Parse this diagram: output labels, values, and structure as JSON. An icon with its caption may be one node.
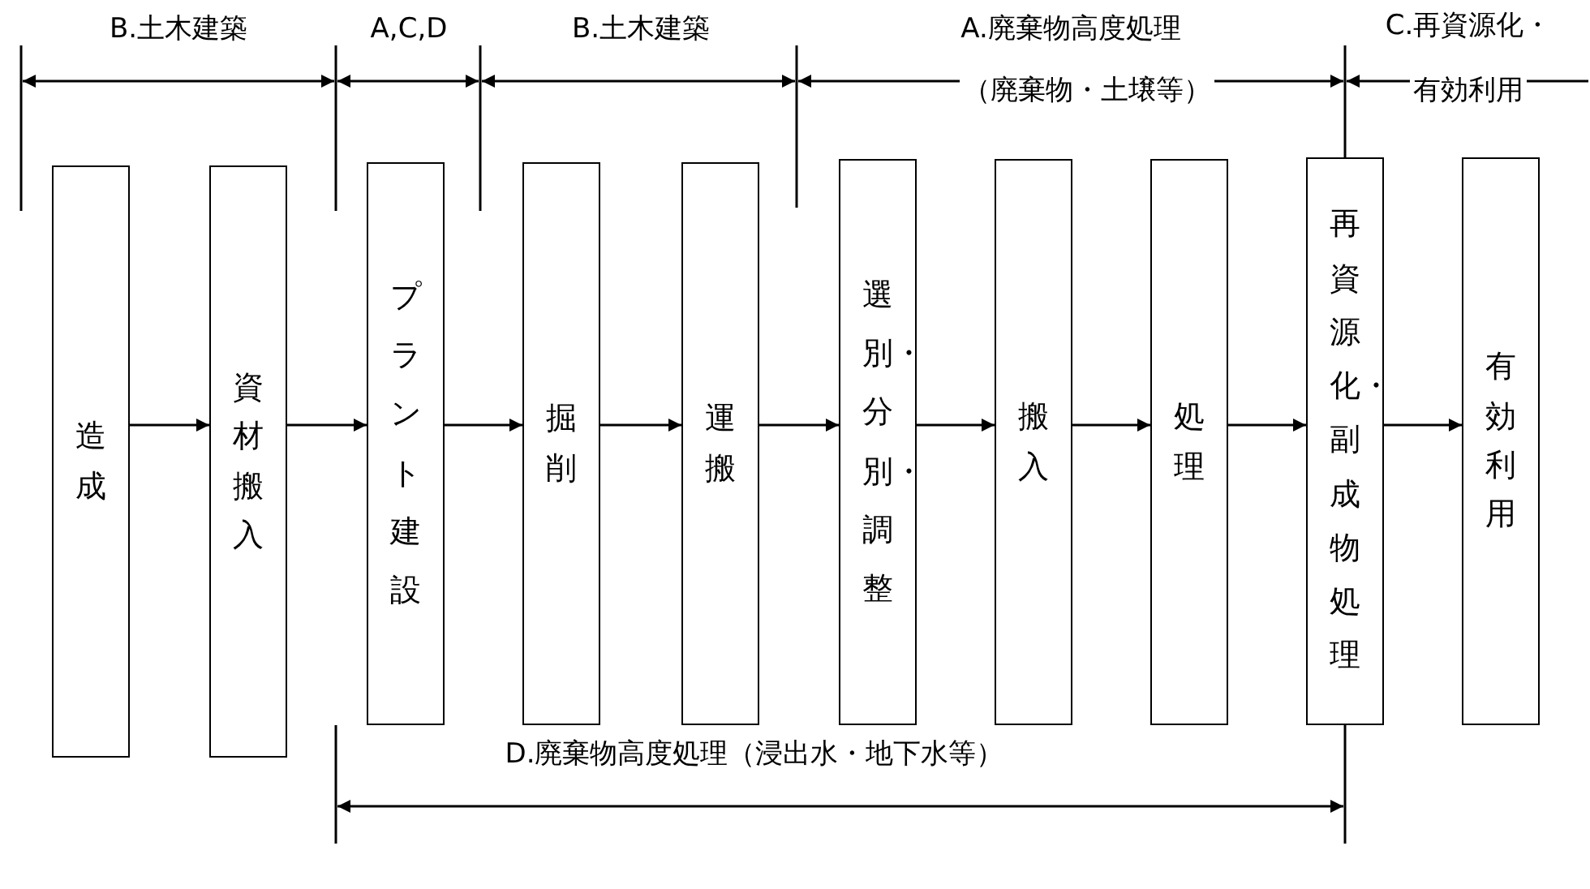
{
  "diagram": {
    "nodes": [
      {
        "text": [
          "造成"
        ]
      },
      {
        "text": [
          "資材搬入"
        ]
      },
      {
        "text": [
          "プラント建設"
        ]
      },
      {
        "text": [
          "掘削"
        ]
      },
      {
        "text": [
          "運搬"
        ]
      },
      {
        "text": [
          "選別・分別・調整"
        ]
      },
      {
        "text": [
          "搬入"
        ]
      },
      {
        "text": [
          "処理"
        ]
      },
      {
        "text": [
          "再資源化・副成物処理"
        ]
      },
      {
        "text": [
          "有効利用"
        ]
      }
    ],
    "edges": [
      {
        "from": 0,
        "to": 1,
        "arrow": "to"
      },
      {
        "from": 1,
        "to": 2,
        "arrow": "to"
      },
      {
        "from": 2,
        "to": 3,
        "arrow": "to"
      },
      {
        "from": 3,
        "to": 4,
        "arrow": "to"
      },
      {
        "from": 4,
        "to": 5,
        "arrow": "to"
      },
      {
        "from": 5,
        "to": 6,
        "arrow": "to"
      },
      {
        "from": 6,
        "to": 7,
        "arrow": "to"
      },
      {
        "from": 7,
        "to": 8,
        "arrow": "to"
      },
      {
        "from": 8,
        "to": 9,
        "arrow": "to"
      }
    ],
    "labels": [
      "B.土木建築",
      "A,C,D",
      "B.土木建築",
      "A.廃棄物高度処理",
      "（廃棄物・土壌等）",
      "C.再資源化・",
      "有効利用",
      "D.廃棄物高度処理（浸出水・地下水等）"
    ]
  }
}
